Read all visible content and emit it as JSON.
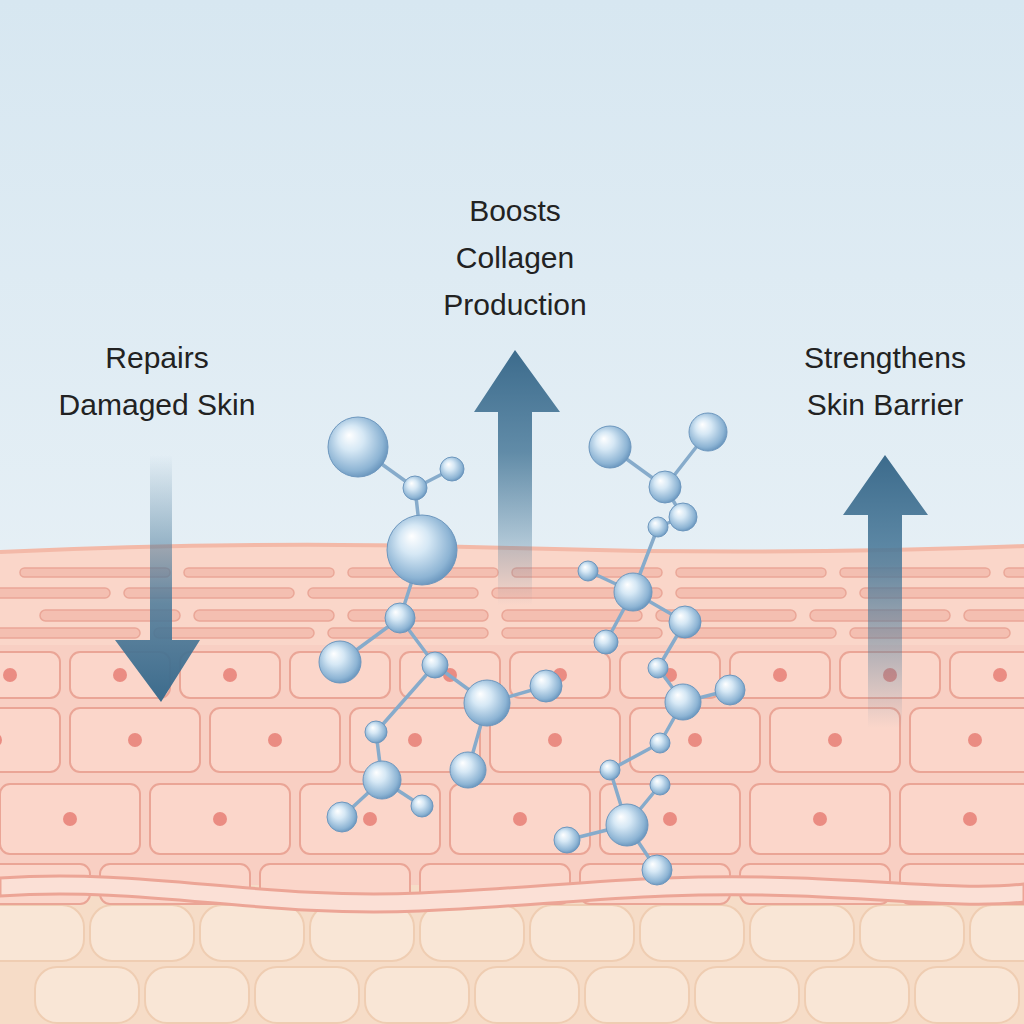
{
  "diagram": {
    "labels": [
      "Repairs Damaged Skin",
      "Boosts Collagen Production",
      "Strengthens Skin Barrier"
    ]
  }
}
